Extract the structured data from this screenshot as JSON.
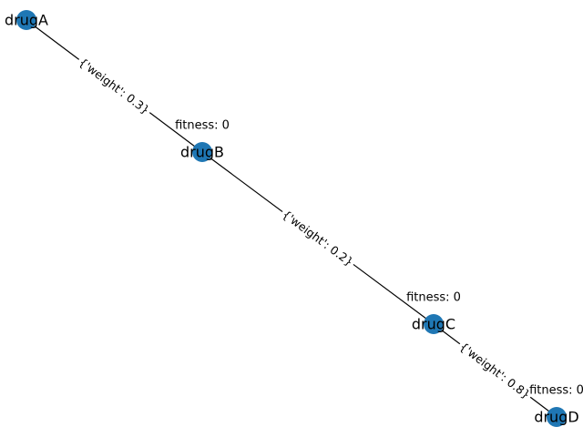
{
  "graph": {
    "node_color": "#1f77b4",
    "edge_color": "#000000",
    "nodes": [
      {
        "id": "drugA",
        "label": "drugA"
      },
      {
        "id": "drugB",
        "label": "drugB",
        "fitness": "fitness: 0"
      },
      {
        "id": "drugC",
        "label": "drugC",
        "fitness": "fitness: 0"
      },
      {
        "id": "drugD",
        "label": "drugD",
        "fitness": "fitness: 0"
      }
    ],
    "edges": [
      {
        "source": "drugA",
        "target": "drugB",
        "label": "{'weight': 0.3}"
      },
      {
        "source": "drugB",
        "target": "drugC",
        "label": "{'weight': 0.2}"
      },
      {
        "source": "drugC",
        "target": "drugD",
        "label": "{'weight': 0.8}"
      }
    ]
  }
}
